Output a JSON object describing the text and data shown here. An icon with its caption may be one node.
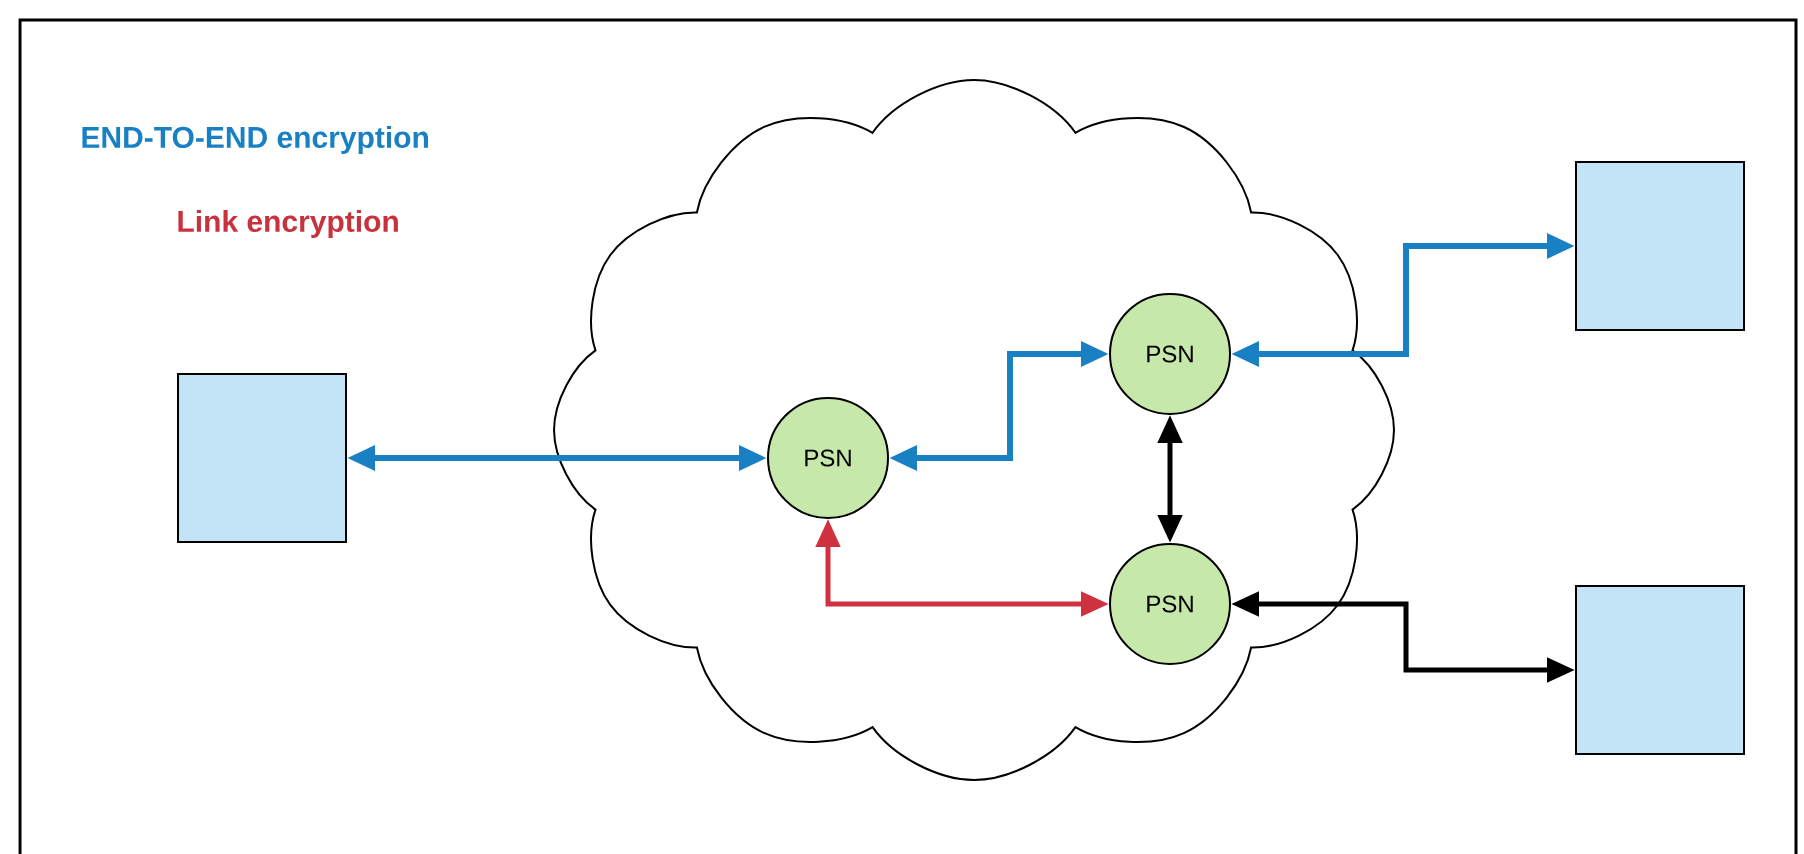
{
  "diagram": {
    "nodes": [
      {
        "text": [],
        "shape": "box"
      },
      {
        "text": [],
        "shape": "cloud"
      },
      {
        "text": [
          "PSN"
        ],
        "in": 1
      },
      {
        "text": [
          "PSN"
        ],
        "in": 1
      },
      {
        "text": [
          "PSN"
        ],
        "in": 1
      },
      {
        "text": [],
        "shape": "box"
      },
      {
        "text": [],
        "shape": "box"
      }
    ],
    "edges": [
      {
        "from": 0,
        "to": 2,
        "arrow": "both"
      },
      {
        "from": 2,
        "to": 3,
        "arrow": "both"
      },
      {
        "from": 5,
        "to": 3,
        "arrow": "both"
      },
      {
        "from": 3,
        "to": 4,
        "arrow": "both",
        "color": "#000000"
      },
      {
        "from": 2,
        "to": 4,
        "arrow": "both",
        "color": "#d0313f"
      },
      {
        "from": 4,
        "to": 6,
        "arrow": "both",
        "color": "#000000"
      }
    ],
    "labels": [
      "END-TO-END encryption",
      "Link encryption"
    ]
  }
}
